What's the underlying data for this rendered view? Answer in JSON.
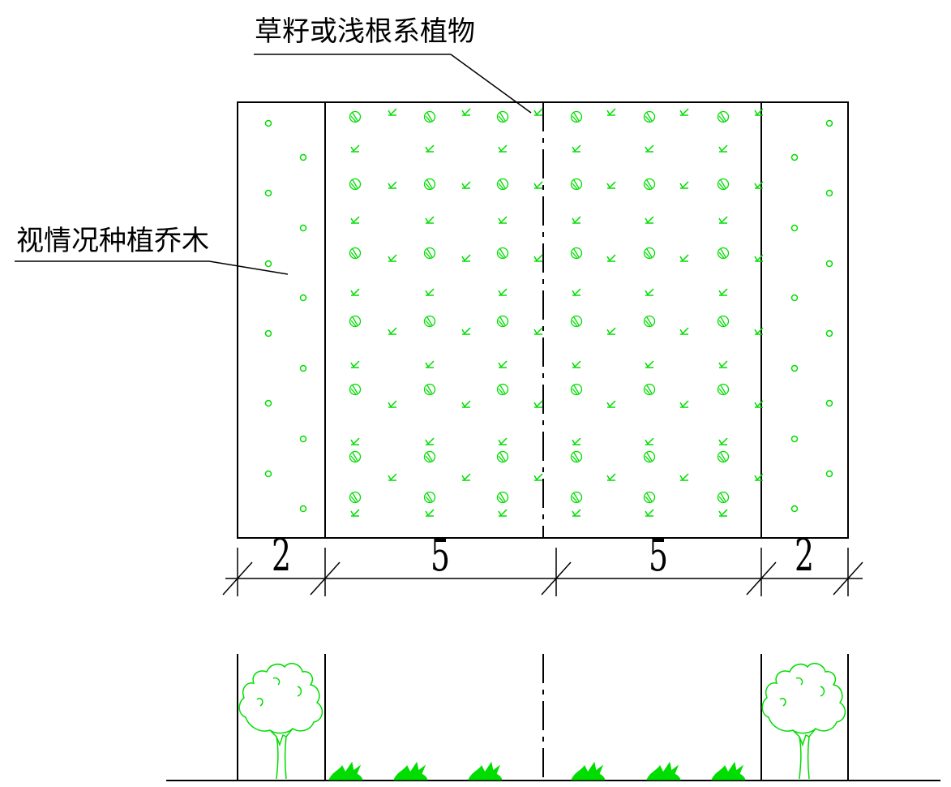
{
  "labels": {
    "top": "草籽或浅根系植物",
    "left": "视情况种植乔木"
  },
  "dimensions": [
    "2",
    "5",
    "5",
    "2"
  ],
  "colors": {
    "line": "#000000",
    "plant": "#00dd00"
  },
  "icons": {
    "tree": "tree-icon",
    "grass": "grass-tuft-icon",
    "circle": "circle-marker-icon",
    "seed": "seed-marker-icon",
    "check": "check-marker-icon"
  }
}
